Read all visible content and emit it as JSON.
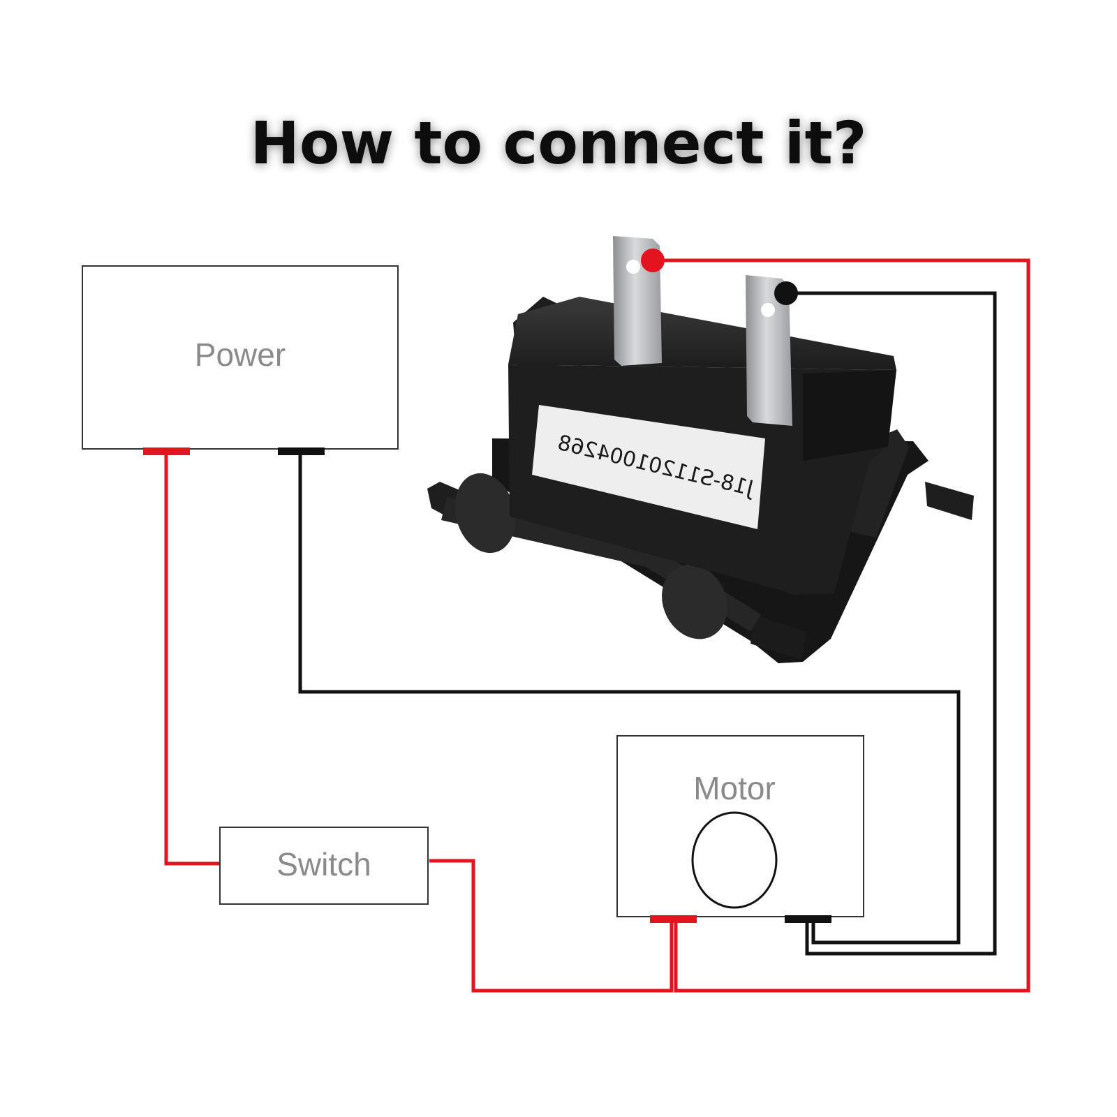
{
  "title": "How to connect it?",
  "diagram": {
    "power_label": "Power",
    "switch_label": "Switch",
    "motor_label": "Motor",
    "device_sticker": "J18-S11201004268"
  },
  "colors": {
    "positive_wire": "#e3141f",
    "negative_wire": "#111111",
    "box_border": "#333333",
    "label_gray": "#8a8a8a"
  }
}
